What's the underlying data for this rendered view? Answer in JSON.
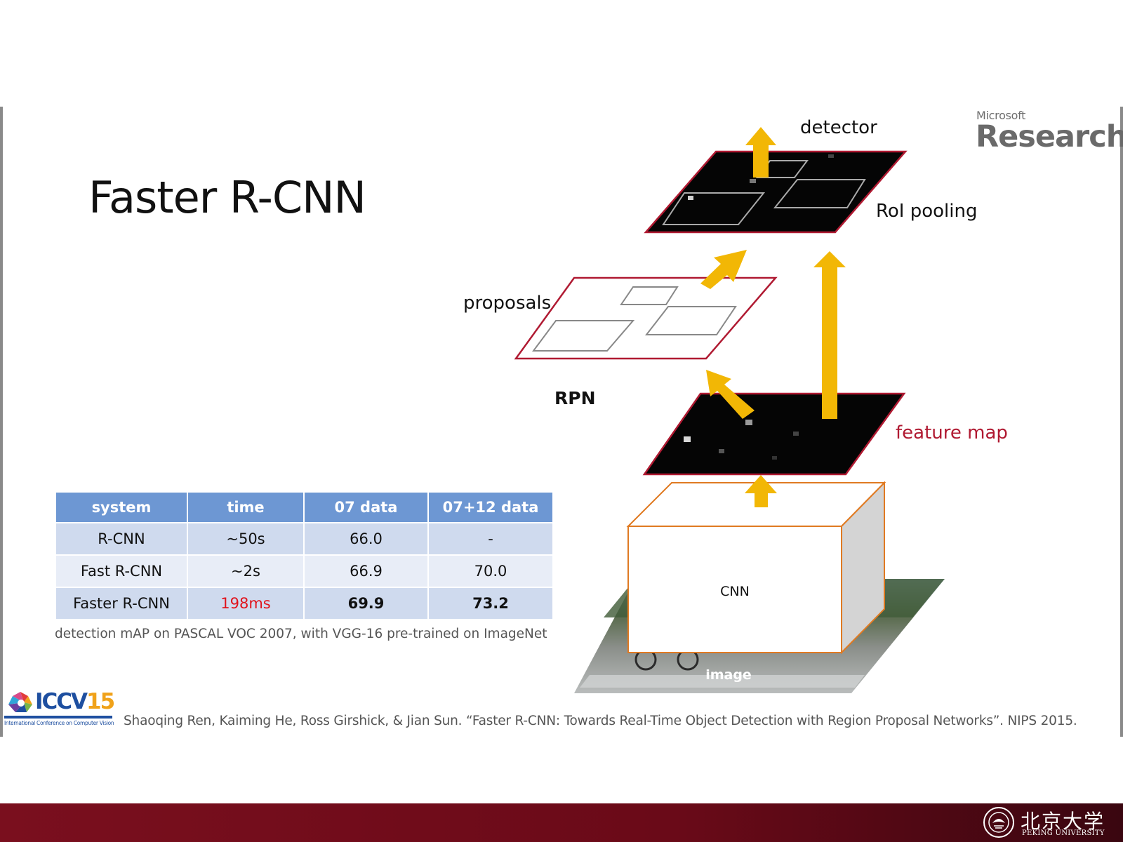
{
  "slide": {
    "title": "Faster R-CNN"
  },
  "branding": {
    "ms_small": "Microsoft",
    "ms_big": "Research",
    "conference_logo": "ICCV",
    "conference_year": "15",
    "conference_subtitle": "International Conference on Computer Vision",
    "university_cn": "北京大学",
    "university_en": "PEKING UNIVERSITY",
    "footer_color": "#7a0f1e"
  },
  "diagram": {
    "labels": {
      "detector": "detector",
      "roi_pooling": "RoI pooling",
      "proposals": "proposals",
      "rpn": "RPN",
      "feature_map": "feature map",
      "cnn": "CNN",
      "image": "image"
    },
    "colors": {
      "arrow": "#f2b705",
      "frame_red": "#b01a32",
      "feature_label": "#b01a32",
      "cnn_box": "#e07a22"
    }
  },
  "table": {
    "columns": [
      "system",
      "time",
      "07 data",
      "07+12 data"
    ],
    "rows": [
      {
        "system": "R-CNN",
        "time": "~50s",
        "data07": "66.0",
        "data0712": "-"
      },
      {
        "system": "Fast R-CNN",
        "time": "~2s",
        "data07": "66.9",
        "data0712": "70.0"
      },
      {
        "system": "Faster R-CNN",
        "time": "198ms",
        "data07": "69.9",
        "data0712": "73.2"
      }
    ],
    "caption": "detection mAP on PASCAL VOC 2007, with VGG-16 pre-trained on ImageNet",
    "header_color": "#6d97d3",
    "highlight_color": "#e1121b"
  },
  "citation": "Shaoqing Ren, Kaiming He, Ross Girshick, & Jian Sun. “Faster R-CNN: Towards Real-Time Object Detection with Region Proposal Networks”. NIPS 2015."
}
